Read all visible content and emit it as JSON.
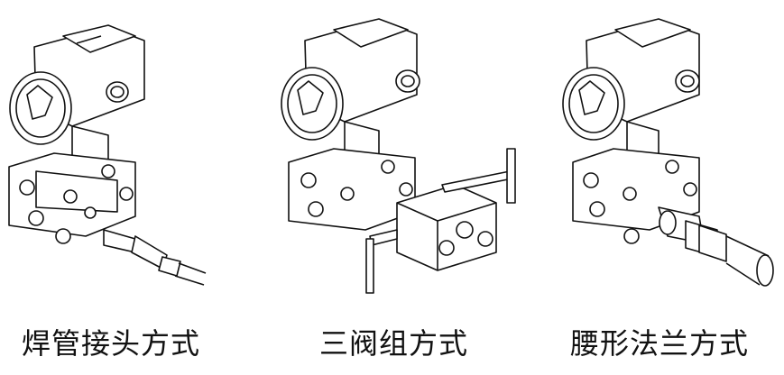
{
  "figures": [
    {
      "caption": "焊管接头方式"
    },
    {
      "caption": "三阀组方式"
    },
    {
      "caption": "腰形法兰方式"
    }
  ]
}
